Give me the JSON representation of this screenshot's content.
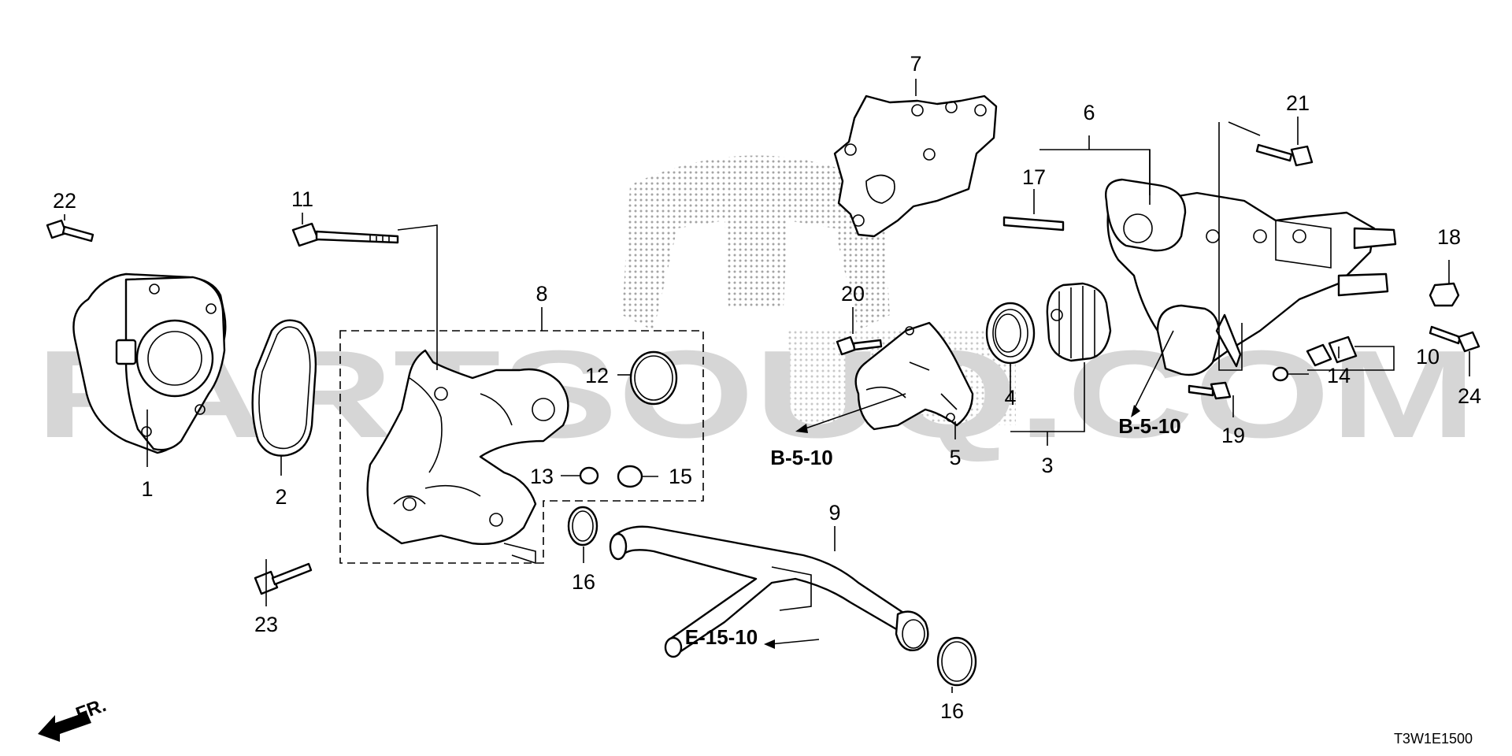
{
  "watermark": {
    "text": "PARTSOUQ.COM"
  },
  "callouts": [
    {
      "id": "1",
      "label": "1"
    },
    {
      "id": "2",
      "label": "2"
    },
    {
      "id": "3",
      "label": "3"
    },
    {
      "id": "4",
      "label": "4"
    },
    {
      "id": "5",
      "label": "5"
    },
    {
      "id": "6",
      "label": "6"
    },
    {
      "id": "7",
      "label": "7"
    },
    {
      "id": "8",
      "label": "8"
    },
    {
      "id": "9",
      "label": "9"
    },
    {
      "id": "10",
      "label": "10"
    },
    {
      "id": "11",
      "label": "11"
    },
    {
      "id": "12",
      "label": "12"
    },
    {
      "id": "13",
      "label": "13"
    },
    {
      "id": "14",
      "label": "14"
    },
    {
      "id": "15",
      "label": "15"
    },
    {
      "id": "16a",
      "label": "16"
    },
    {
      "id": "16b",
      "label": "16"
    },
    {
      "id": "17",
      "label": "17"
    },
    {
      "id": "18",
      "label": "18"
    },
    {
      "id": "19",
      "label": "19"
    },
    {
      "id": "20",
      "label": "20"
    },
    {
      "id": "21",
      "label": "21"
    },
    {
      "id": "22",
      "label": "22"
    },
    {
      "id": "23",
      "label": "23"
    },
    {
      "id": "24",
      "label": "24"
    }
  ],
  "references": [
    {
      "id": "b510-left",
      "label": "B-5-10"
    },
    {
      "id": "b510-right",
      "label": "B-5-10"
    },
    {
      "id": "e1510",
      "label": "E-15-10"
    }
  ],
  "front_marker": {
    "label": "FR."
  },
  "diagram_code": "T3W1E1500",
  "icons": {
    "front_arrow": "front-arrow-icon",
    "brand": "honda-logo-watermark"
  }
}
